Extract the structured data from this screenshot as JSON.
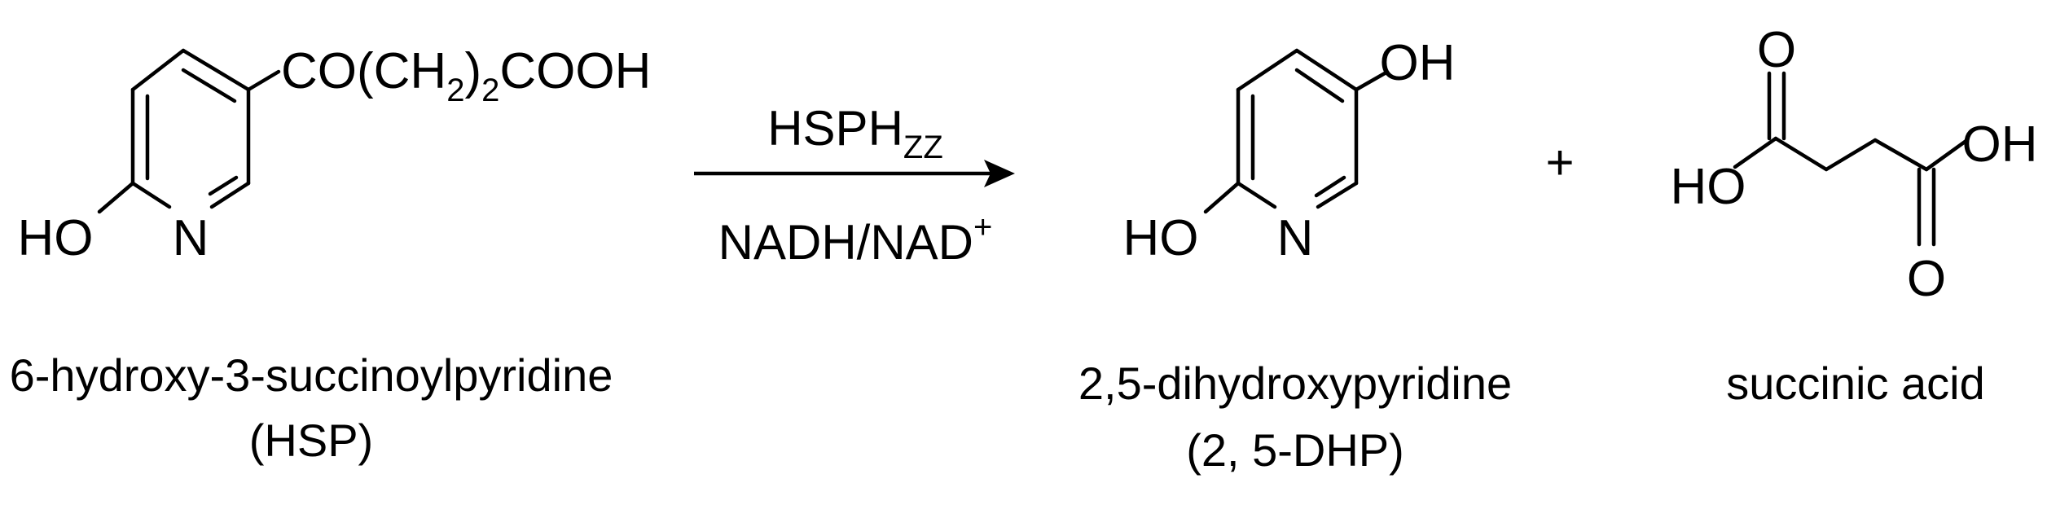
{
  "hsp": {
    "ring_n": "N",
    "hydroxy": "HO",
    "sidechain": {
      "a": "CO(CH",
      "sub1": "2",
      "b": ")",
      "sub2": "2",
      "c": "COOH"
    },
    "name": "6-hydroxy-3-succinoylpyridine",
    "abbrev": "(HSP)"
  },
  "reaction": {
    "enzyme": {
      "main": "HSPH",
      "sub": "ZZ"
    },
    "cofactor": {
      "main": "NADH/NAD",
      "sup": "+"
    }
  },
  "dhp": {
    "ring_n": "N",
    "hydroxy_left": "HO",
    "hydroxy_top": "OH",
    "name": "2,5-dihydroxypyridine",
    "abbrev": "(2, 5-DHP)"
  },
  "plus": "+",
  "succinic": {
    "oxygen_top": "O",
    "oxygen_bottom": "O",
    "hydroxy_left": "HO",
    "hydroxy_right": "OH",
    "name": "succinic acid"
  }
}
